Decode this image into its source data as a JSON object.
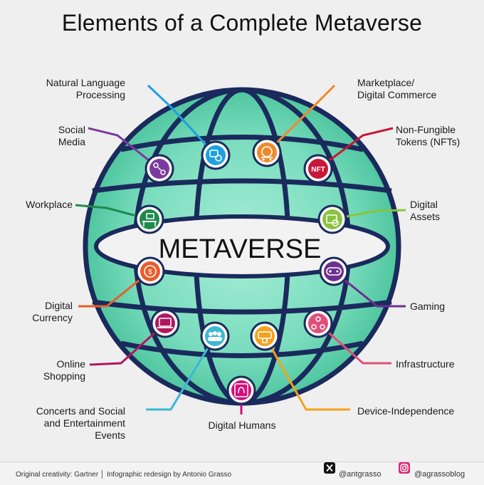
{
  "title": "Elements of a Complete Metaverse",
  "center_label": "METAVERSE",
  "colors": {
    "globe_line": "#1b2a5c",
    "globe_fill": "#7fe0c2",
    "band_fill": "#f2f2f2",
    "background": "#efefef"
  },
  "elements": [
    {
      "lines": [
        "Natural Language",
        "Processing"
      ],
      "color": "#1ea1e0",
      "icon": "chat-gear-icon"
    },
    {
      "lines": [
        "Marketplace/",
        "Digital Commerce"
      ],
      "color": "#ef8a2c",
      "icon": "shopping-cart-icon"
    },
    {
      "lines": [
        "Social",
        "Media"
      ],
      "color": "#7b3a9e",
      "icon": "social-network-icon"
    },
    {
      "lines": [
        "Non-Fungible",
        "Tokens (NFTs)"
      ],
      "color": "#c8173a",
      "icon": "nft-icon"
    },
    {
      "lines": [
        "Workplace"
      ],
      "color": "#1e8a4c",
      "icon": "desk-icon"
    },
    {
      "lines": [
        "Digital",
        "Assets"
      ],
      "color": "#8ac43f",
      "icon": "digital-asset-icon"
    },
    {
      "lines": [
        "Digital",
        "Currency"
      ],
      "color": "#e85d2a",
      "icon": "coin-icon"
    },
    {
      "lines": [
        "Gaming"
      ],
      "color": "#6b2f8f",
      "icon": "gamepad-icon"
    },
    {
      "lines": [
        "Online",
        "Shopping"
      ],
      "color": "#b0175f",
      "icon": "laptop-bag-icon"
    },
    {
      "lines": [
        "Infrastructure"
      ],
      "color": "#e04f7a",
      "icon": "network-nodes-icon"
    },
    {
      "lines": [
        "Concerts and Social",
        "and Entertainment",
        "Events"
      ],
      "color": "#3cb8d3",
      "icon": "people-group-icon"
    },
    {
      "lines": [
        "Device-Independence"
      ],
      "color": "#f3a21d",
      "icon": "vr-headset-icon"
    },
    {
      "lines": [
        "Digital Humans"
      ],
      "color": "#d10f7c",
      "icon": "fingerprint-icon"
    }
  ],
  "footer": {
    "credit": "Original creativity: Gartner │ Infographic redesign by Antonio Grasso",
    "x_handle": "@antgrasso",
    "instagram_handle": "@agrassoblog",
    "x_icon": "x-logo-icon",
    "instagram_icon": "instagram-logo-icon"
  }
}
